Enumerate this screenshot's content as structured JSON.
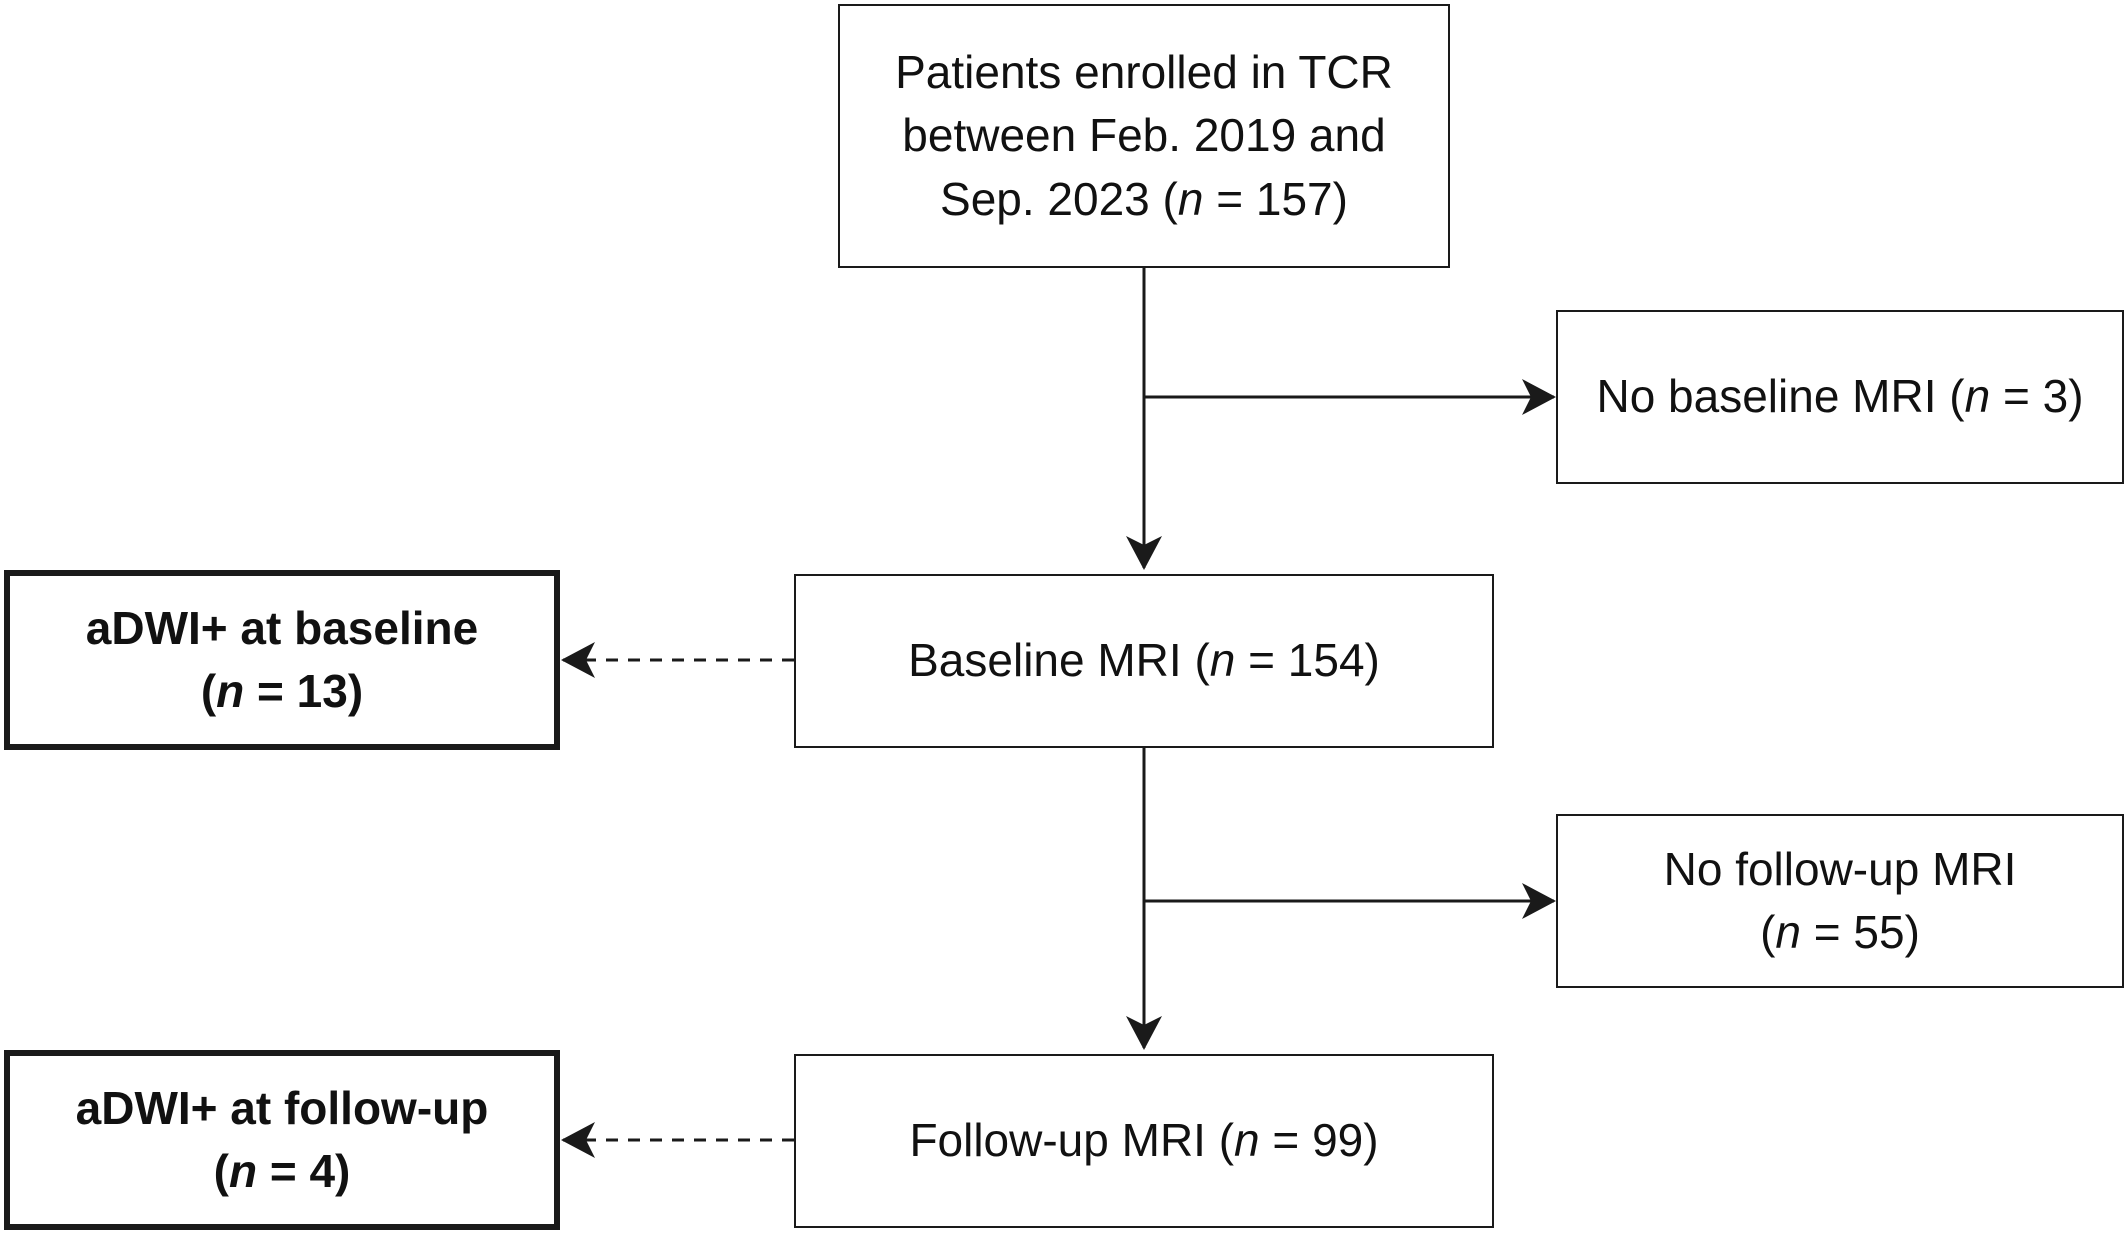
{
  "flowchart": {
    "enrolled": {
      "line1": "Patients enrolled in TCR",
      "line2": "between Feb. 2019 and",
      "line3_pre": "Sep. 2023 (",
      "n_symbol": "n",
      "line3_post": " = 157)"
    },
    "no_baseline": {
      "pre": "No baseline MRI (",
      "n_symbol": "n",
      "post": " = 3)"
    },
    "baseline": {
      "pre": "Baseline MRI (",
      "n_symbol": "n",
      "post": " = 154)"
    },
    "adwi_baseline": {
      "line1": "aDWI+ at baseline",
      "line2_pre": "(",
      "n_symbol": "n",
      "line2_post": " = 13)"
    },
    "no_followup": {
      "line1": "No follow-up MRI",
      "line2_pre": "(",
      "n_symbol": "n",
      "line2_post": " = 55)"
    },
    "followup": {
      "pre": "Follow-up MRI (",
      "n_symbol": "n",
      "post": " = 99)"
    },
    "adwi_followup": {
      "line1": "aDWI+ at follow-up",
      "line2_pre": "(",
      "n_symbol": "n",
      "line2_post": " = 4)"
    }
  },
  "colors": {
    "line": "#1a1a1a",
    "box_border": "#1a1a1a",
    "background": "#ffffff"
  }
}
